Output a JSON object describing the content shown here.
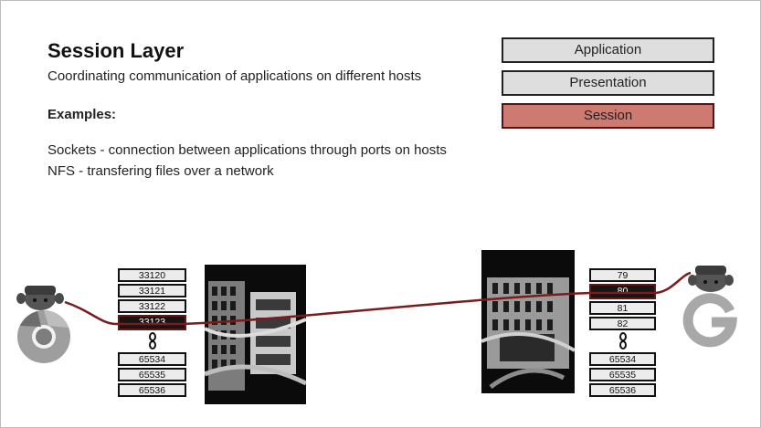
{
  "slide": {
    "title": "Session Layer",
    "subtitle": "Coordinating communication of applications on different hosts",
    "examples_label": "Examples:",
    "examples": [
      "Sockets - connection between applications through ports on hosts",
      "NFS - transfering files over a network"
    ]
  },
  "osi_stack": [
    {
      "label": "Application",
      "active": false
    },
    {
      "label": "Presentation",
      "active": false
    },
    {
      "label": "Session",
      "active": true
    }
  ],
  "left_host": {
    "icon": "chrome-mascot-icon",
    "ports_top": [
      "33120",
      "33121",
      "33122",
      "33123"
    ],
    "ports_bottom": [
      "65534",
      "65535",
      "65536"
    ],
    "highlighted_port": "33123"
  },
  "right_host": {
    "icon": "google-mascot-icon",
    "ports_top": [
      "79",
      "80",
      "81",
      "82"
    ],
    "ports_bottom": [
      "65534",
      "65535",
      "65536"
    ],
    "highlighted_port": "80"
  },
  "colors": {
    "connection_line": "#7a1c1c",
    "session_fill": "#cd7a70",
    "session_border": "#5e1010",
    "layer_fill": "#dedede",
    "port_highlight": "#151515"
  }
}
